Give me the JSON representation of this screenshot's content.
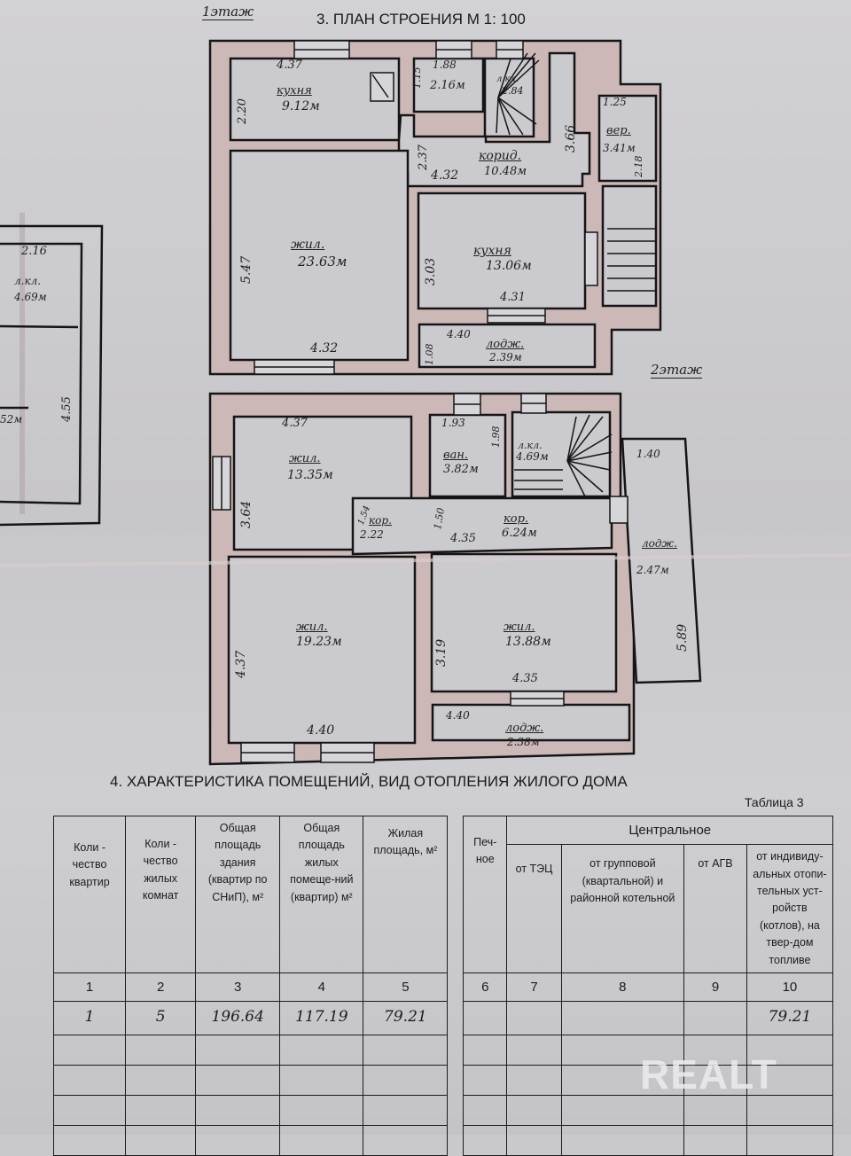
{
  "plan": {
    "floor1_label": "1этаж",
    "floor2_label": "2этаж",
    "title": "3. ПЛАН СТРОЕНИЯ М 1: 100",
    "floor1": {
      "rooms": [
        {
          "name": "кухня",
          "area": "9.12м",
          "dims": [
            "4.37",
            "2.20"
          ]
        },
        {
          "name": "",
          "area": "2.16м",
          "dims": [
            "1.88",
            "1.15"
          ]
        },
        {
          "name": "л.кл.",
          "area": "2.84",
          "dims": []
        },
        {
          "name": "вер.",
          "area": "3.41м",
          "dims": [
            "1.25",
            "2.18"
          ]
        },
        {
          "name": "корид.",
          "area": "10.48м",
          "dims": [
            "4.32",
            "2.37",
            "3.66"
          ]
        },
        {
          "name": "жил.",
          "area": "23.63м",
          "dims": [
            "5.47",
            "4.32"
          ]
        },
        {
          "name": "кухня",
          "area": "13.06м",
          "dims": [
            "3.03",
            "4.31"
          ]
        },
        {
          "name": "лодж.",
          "area": "2.39м",
          "dims": [
            "4.40",
            "1.08"
          ]
        }
      ]
    },
    "floor2": {
      "rooms": [
        {
          "name": "жил.",
          "area": "13.35м",
          "dims": [
            "4.37",
            "3.64"
          ]
        },
        {
          "name": "ван.",
          "area": "3.82м",
          "dims": [
            "1.93",
            "1.98"
          ]
        },
        {
          "name": "л.кл.",
          "area": "4.69м",
          "dims": []
        },
        {
          "name": "кор.",
          "area": "2.22",
          "dims": [
            "1.54",
            "1.50"
          ]
        },
        {
          "name": "кор.",
          "area": "6.24м",
          "dims": [
            "4.35"
          ]
        },
        {
          "name": "лодж.",
          "area": "2.47м",
          "dims": [
            "1.40",
            "5.89"
          ]
        },
        {
          "name": "жил.",
          "area": "19.23м",
          "dims": [
            "4.37",
            "4.40"
          ]
        },
        {
          "name": "жил.",
          "area": "13.88м",
          "dims": [
            "3.19",
            "4.35"
          ]
        },
        {
          "name": "лодж.",
          "area": "2.38м",
          "dims": [
            "4.40"
          ]
        }
      ]
    },
    "side_fragment": {
      "dim_top": "2.16",
      "name": "л.кл.",
      "area": "4.69м",
      "dim_side": "4.55",
      "partial": "52м"
    }
  },
  "section4": {
    "title": "4. ХАРАКТЕРИСТИКА ПОМЕЩЕНИЙ, ВИД ОТОПЛЕНИЯ ЖИЛОГО ДОМА",
    "table_label": "Таблица 3",
    "group_header": "Центральное",
    "headers": [
      "Коли - чество квартир",
      "Коли - чество жилых комнат",
      "Общая площадь здания (квартир по СНиП), м²",
      "Общая площадь жилых помеще-ний (квартир) м²",
      "Жилая площадь, м²",
      "Печ-ное",
      "от ТЭЦ",
      "от групповой (квартальной) и районной котельной",
      "от АГВ",
      "от индивиду-альных отопи-тельных уст-ройств (котлов), на твер-дом топливе"
    ],
    "column_numbers": [
      "1",
      "2",
      "3",
      "4",
      "5",
      "6",
      "7",
      "8",
      "9",
      "10"
    ],
    "rows": [
      [
        "1",
        "5",
        "196.64",
        "117.19",
        "79.21",
        "",
        "",
        "",
        "",
        "79.21"
      ]
    ]
  },
  "watermark": "REALT"
}
